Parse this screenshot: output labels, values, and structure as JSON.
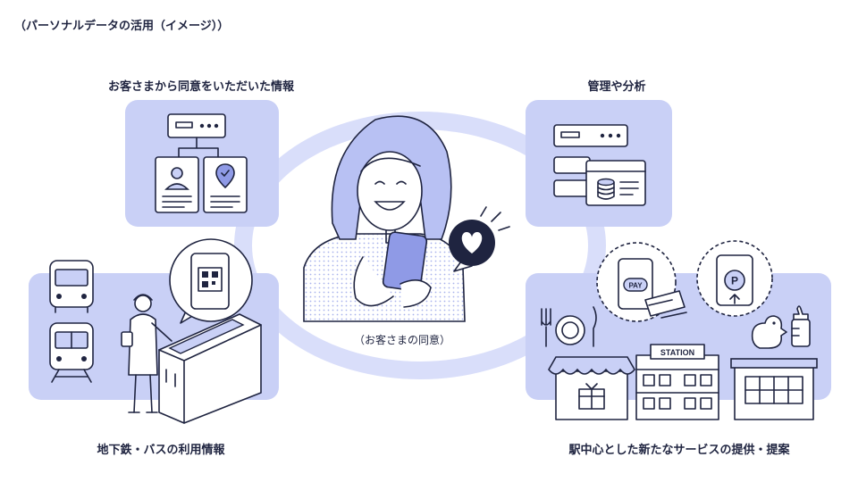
{
  "title": "（パーソナルデータの活用（イメージ））",
  "labels": {
    "consent_info": "お客さまから同意をいただいた情報",
    "management": "管理や分析",
    "transit": "地下鉄・バスの利用情報",
    "services": "駅中心とした新たなサービスの提供・提案",
    "customer_consent": "（お客さまの同意）"
  },
  "icons": {
    "pay_badge": "PAY",
    "parking_badge": "P",
    "station_sign": "STATION"
  },
  "colors": {
    "panel_fill": "#c9d0f6",
    "ring": "#d9defa",
    "outline": "#1f2440",
    "accent": "#8f9ae6"
  }
}
